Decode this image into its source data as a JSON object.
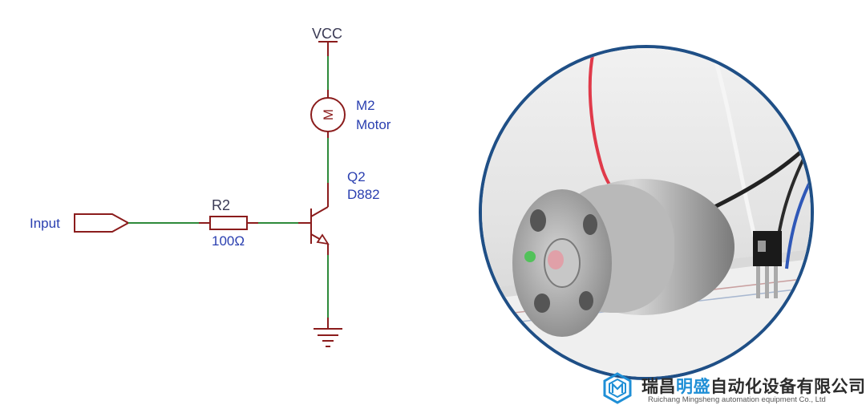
{
  "schematic": {
    "vcc_label": "VCC",
    "motor": {
      "ref": "M2",
      "value": "Motor",
      "symbol": "M"
    },
    "transistor": {
      "ref": "Q2",
      "value": "D882"
    },
    "resistor": {
      "ref": "R2",
      "value": "100Ω"
    },
    "input_label": "Input"
  },
  "photo": {
    "subject_icon": "dc-motor-on-breadboard-photo",
    "border_color": "#1f4f86"
  },
  "logo": {
    "name_part1": "瑞昌",
    "name_highlight": "明盛",
    "name_part2": "自动化设备有限公司",
    "english": "Ruichang Mingsheng automation equipment Co., Ltd",
    "mark_icon": "hexagon-logo-icon",
    "accent_color": "#1f8fd6"
  },
  "colors": {
    "wire": "#2e8a3a",
    "part": "#8b1c1c",
    "label": "#2a3fb0"
  }
}
